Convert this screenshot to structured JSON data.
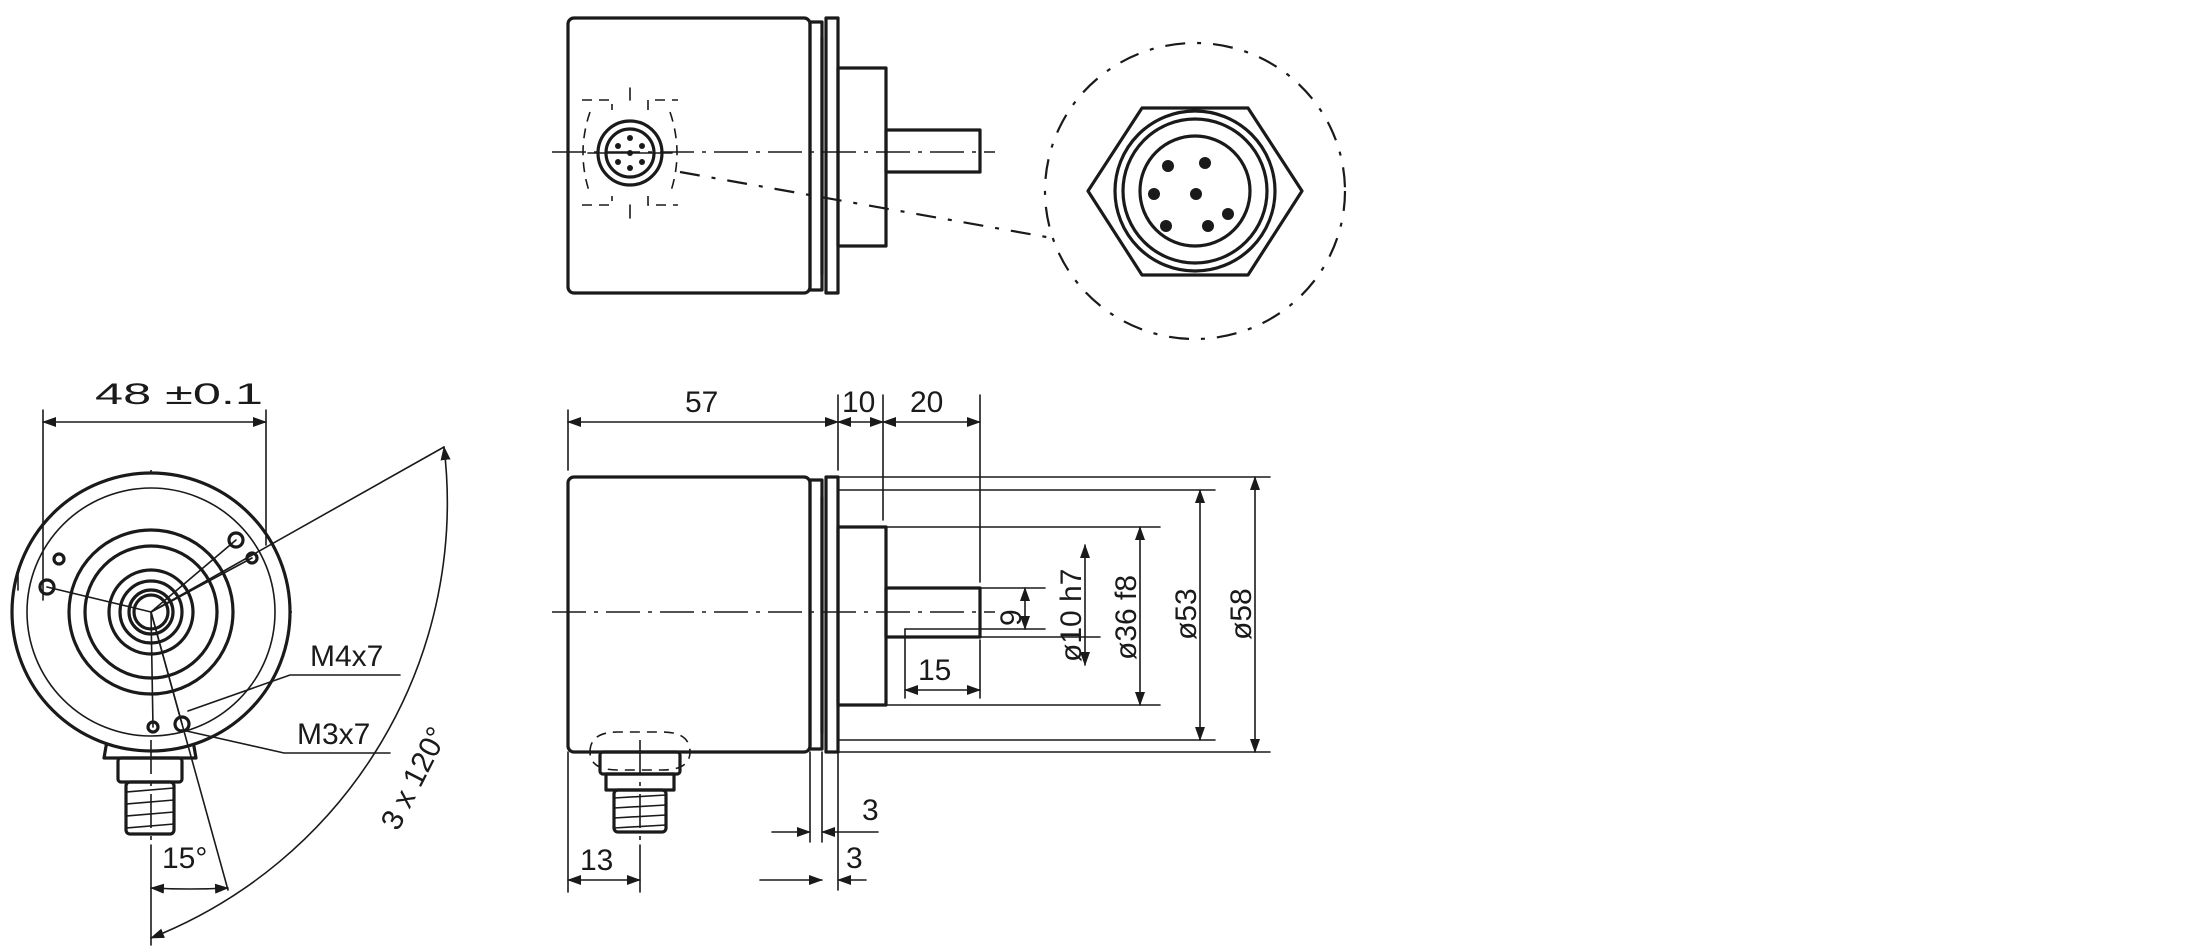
{
  "labels": {
    "front_width": "48 ±0.1",
    "thread_m4": "M4x7",
    "thread_m3": "M3x7",
    "angle_120": "3 x 120°",
    "angle_15": "15°",
    "body_length": "57",
    "flange_length": "10",
    "shaft_length": "20",
    "flat_length": "15",
    "flat_depth": "9",
    "shaft_diameter": "ø10 h7",
    "pilot_diameter": "ø36 f8",
    "flange_inner_diameter": "ø53",
    "flange_outer_diameter": "ø58",
    "flange_gap_a": "3",
    "flange_gap_b": "3",
    "connector_offset": "13"
  },
  "colors": {
    "line": "#1a1a1a",
    "background": "#ffffff"
  }
}
